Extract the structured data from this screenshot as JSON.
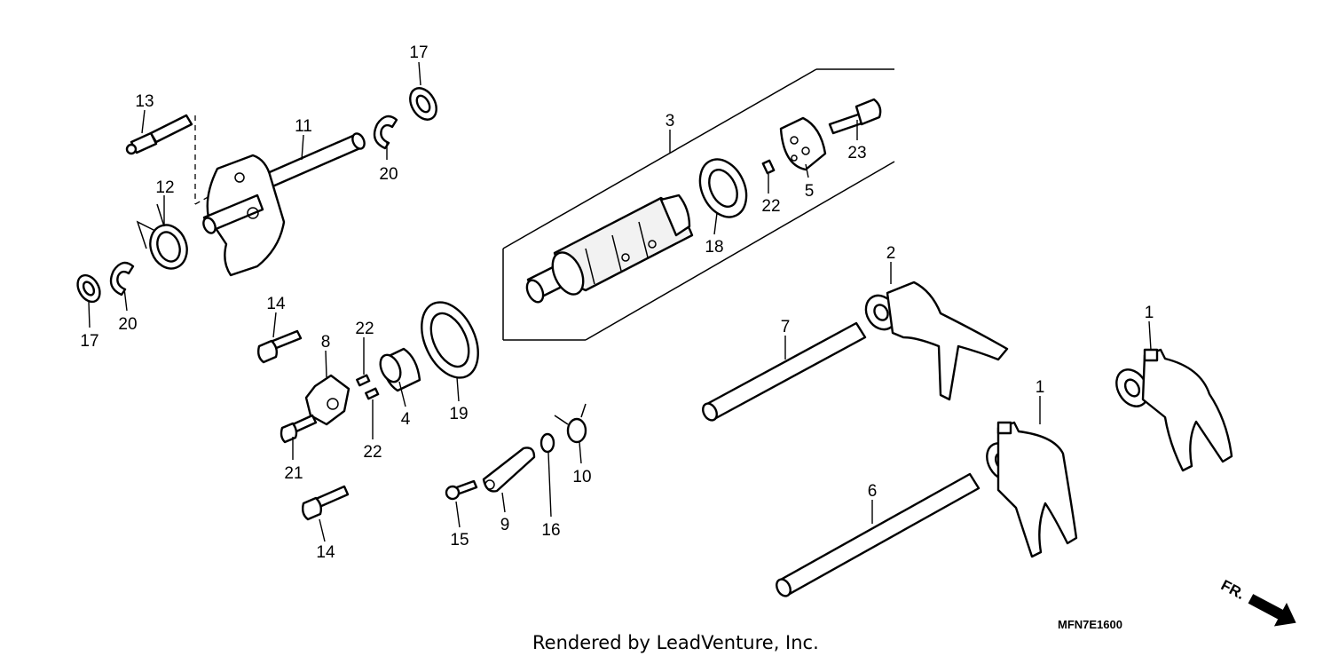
{
  "callouts": [
    {
      "id": "c17a",
      "text": "17"
    },
    {
      "id": "c13",
      "text": "13"
    },
    {
      "id": "c11",
      "text": "11"
    },
    {
      "id": "c20a",
      "text": "20"
    },
    {
      "id": "c12",
      "text": "12"
    },
    {
      "id": "c17b",
      "text": "17"
    },
    {
      "id": "c20b",
      "text": "20"
    },
    {
      "id": "c3",
      "text": "3"
    },
    {
      "id": "c23",
      "text": "23"
    },
    {
      "id": "c22a",
      "text": "22"
    },
    {
      "id": "c5",
      "text": "5"
    },
    {
      "id": "c18",
      "text": "18"
    },
    {
      "id": "c14a",
      "text": "14"
    },
    {
      "id": "c22b",
      "text": "22"
    },
    {
      "id": "c8",
      "text": "8"
    },
    {
      "id": "c4",
      "text": "4"
    },
    {
      "id": "c19",
      "text": "19"
    },
    {
      "id": "c22c",
      "text": "22"
    },
    {
      "id": "c21",
      "text": "21"
    },
    {
      "id": "c14b",
      "text": "14"
    },
    {
      "id": "c10",
      "text": "10"
    },
    {
      "id": "c9",
      "text": "9"
    },
    {
      "id": "c16",
      "text": "16"
    },
    {
      "id": "c15",
      "text": "15"
    },
    {
      "id": "c2",
      "text": "2"
    },
    {
      "id": "c7",
      "text": "7"
    },
    {
      "id": "c1a",
      "text": "1"
    },
    {
      "id": "c1b",
      "text": "1"
    },
    {
      "id": "c6",
      "text": "6"
    }
  ],
  "diagram_code": "MFN7E1600",
  "direction_marker": "FR.",
  "credit": "Rendered by LeadVenture, Inc."
}
